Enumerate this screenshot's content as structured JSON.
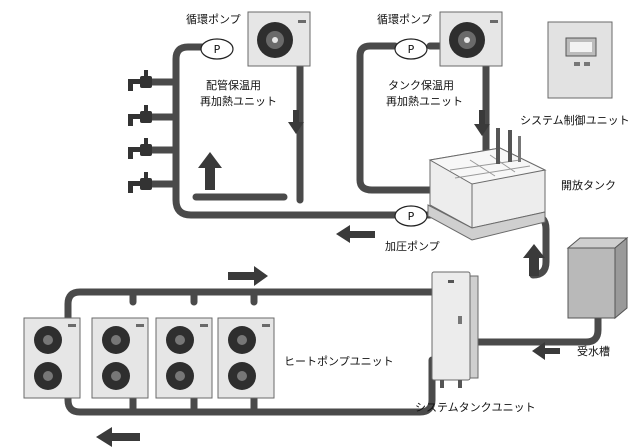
{
  "labels": {
    "circulation_pump_left": "循環ポンプ",
    "circulation_pump_right": "循環ポンプ",
    "pipe_reheat_line1": "配管保温用",
    "pipe_reheat_line2": "再加熱ユニット",
    "tank_reheat_line1": "タンク保温用",
    "tank_reheat_line2": "再加熱ユニット",
    "system_control_unit": "システム制御ユニット",
    "open_tank": "開放タンク",
    "pressure_pump": "加圧ポンプ",
    "water_receiving_tank": "受水槽",
    "heat_pump_unit": "ヒートポンプユニット",
    "system_tank_unit": "システムタンクユニット"
  },
  "pump_symbol": "P",
  "colors": {
    "pipe": "#4a4a4a",
    "arrow": "#3a3a3a",
    "equipment_fill": "#e6e6e6",
    "equipment_stroke": "#6a6a6a",
    "fan": "#2e2e2e",
    "text": "#111111"
  }
}
